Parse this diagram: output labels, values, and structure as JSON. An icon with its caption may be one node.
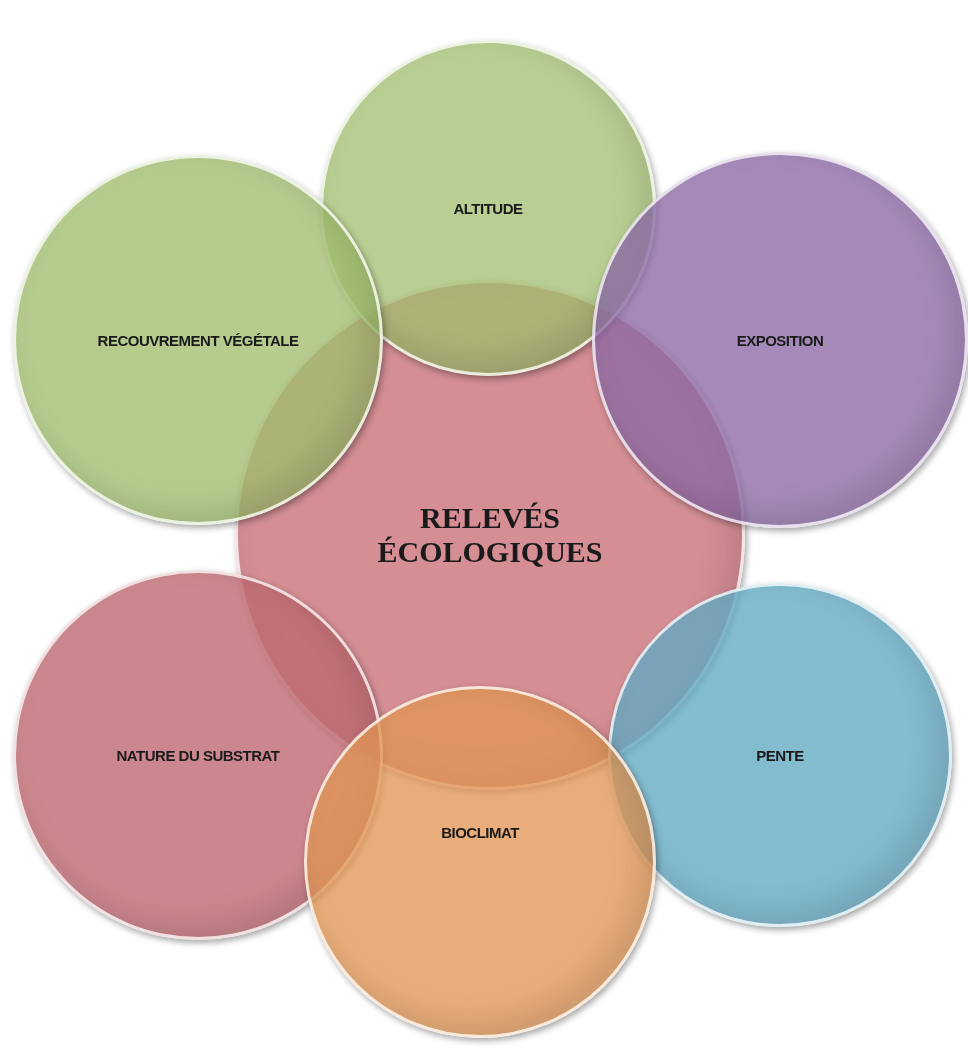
{
  "diagram": {
    "nodes": [
      {
        "text": [
          "RELEVÉS ÉCOLOGIQUES"
        ]
      },
      {
        "text": [
          "ALTITUDE"
        ]
      },
      {
        "text": [
          "EXPOSITION"
        ]
      },
      {
        "text": [
          "PENTE"
        ]
      },
      {
        "text": [
          "BIOCLIMAT"
        ]
      },
      {
        "text": [
          "NATURE DU SUBSTRAT"
        ]
      },
      {
        "text": [
          "RECOUVREMENT VÉGÉTALE"
        ]
      }
    ],
    "edges": []
  }
}
